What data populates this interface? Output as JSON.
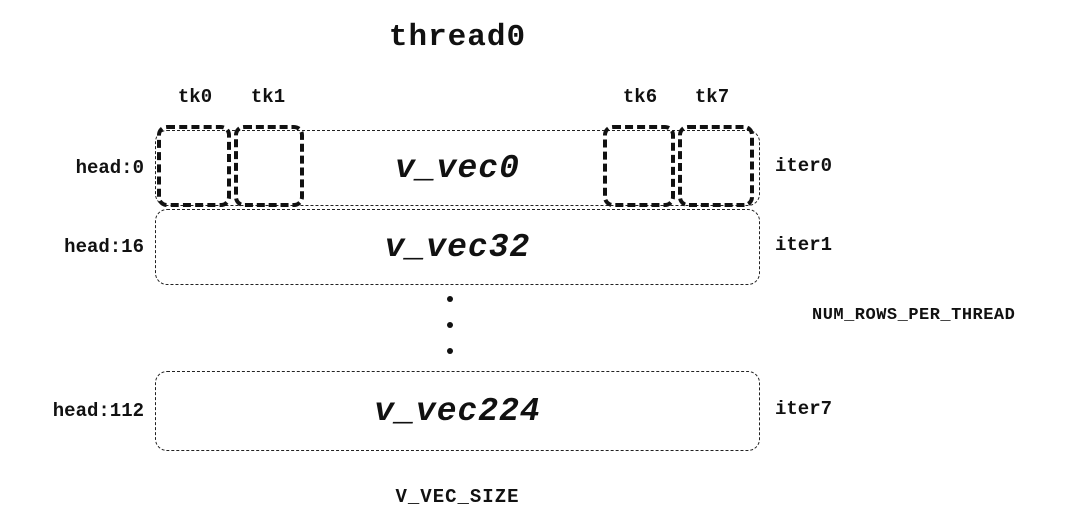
{
  "diagram": {
    "title": "thread0",
    "tk_labels": [
      "tk0",
      "tk1",
      "tk6",
      "tk7"
    ],
    "rows": [
      {
        "head": "head:0",
        "vec": "v_vec0",
        "iter": "iter0"
      },
      {
        "head": "head:16",
        "vec": "v_vec32",
        "iter": "iter1"
      },
      {
        "head": "head:112",
        "vec": "v_vec224",
        "iter": "iter7"
      }
    ],
    "num_rows_label": "NUM_ROWS_PER_THREAD",
    "size_label": "V_VEC_SIZE",
    "colors": {
      "ink": "#111111",
      "background": "#ffffff"
    }
  }
}
